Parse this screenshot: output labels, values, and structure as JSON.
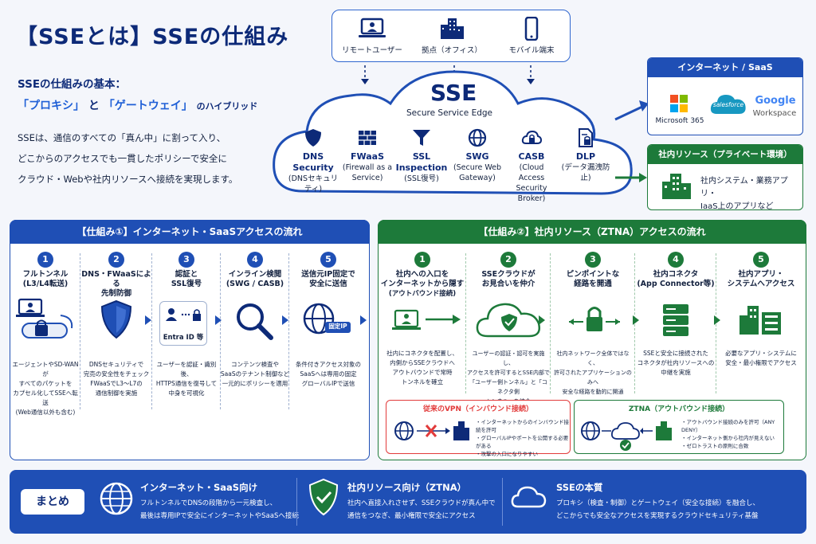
{
  "title": "【SSEとは】SSEの仕組み",
  "intro": {
    "basics": "SSEの仕組みの基本：",
    "hl1": "「プロキシ」",
    "and": "と",
    "hl2": "「ゲートウェイ」",
    "suffix": "のハイブリッド",
    "line1": "SSEは、通信のすべての「真ん中」に割って入り、",
    "line2": "どこからのアクセスでも一貫したポリシーで安全に",
    "line3": "クラウド・Webや社内リソースへ接続を実現します。"
  },
  "users": [
    {
      "label": "リモートユーザー",
      "icon": "laptop-user-icon"
    },
    {
      "label": "拠点（オフィス）",
      "icon": "office-building-icon"
    },
    {
      "label": "モバイル端末",
      "icon": "smartphone-icon"
    }
  ],
  "sse": {
    "title": "SSE",
    "subtitle": "Secure Service Edge",
    "services": [
      {
        "name": "DNS Security",
        "desc": "(DNSセキュリティ)",
        "icon": "shield-icon"
      },
      {
        "name": "FWaaS",
        "desc": "(Firewall as a Service)",
        "icon": "firewall-icon"
      },
      {
        "name": "SSL Inspection",
        "desc": "(SSL復号)",
        "icon": "funnel-icon"
      },
      {
        "name": "SWG",
        "desc": "(Secure Web Gateway)",
        "icon": "globe-icon"
      },
      {
        "name": "CASB",
        "desc": "(Cloud Access Security Broker)",
        "icon": "cloud-lock-icon"
      },
      {
        "name": "DLP",
        "desc": "(データ漏洩防止)",
        "icon": "document-lock-icon"
      }
    ]
  },
  "internet_saas": {
    "header": "インターネット / SaaS",
    "logos": [
      "Microsoft 365",
      "salesforce",
      "Google",
      "Workspace"
    ]
  },
  "internal": {
    "header": "社内リソース（プライベート環境）",
    "line1": "社内システム・業務アプリ・",
    "line2": "IaaS上のアプリなど"
  },
  "flow1": {
    "header": "【仕組み①】インターネット・SaaSアクセスの流れ",
    "steps": [
      {
        "num": "1",
        "title1": "フルトンネル",
        "title2": "(L3/L4転送)",
        "desc": [
          "エージェントやSD-WANが",
          "すべてのパケットを",
          "カプセル化してSSEへ転送",
          "(Web通信以外も含む)"
        ]
      },
      {
        "num": "2",
        "title1": "DNS・FWaaSによる",
        "title2": "先制防御",
        "desc": [
          "DNSセキュリティで",
          "完売の安全性をチェック",
          "FWaaSでL3～L7の",
          "通信制御を実施"
        ]
      },
      {
        "num": "3",
        "title1": "認証と",
        "title2": "SSL復号",
        "desc": [
          "ユーザーを認証・識別後、",
          "HTTPS通信を復号して",
          "中身を可視化"
        ]
      },
      {
        "num": "4",
        "title1": "インライン検閲",
        "title2": "(SWG / CASB)",
        "desc": [
          "コンテンツ検査や",
          "SaaSのテナント制御など",
          "一元的にポリシーを適用"
        ]
      },
      {
        "num": "5",
        "title1": "送信元IP固定で",
        "title2": "安全に送信",
        "desc": [
          "条件付きアクセス対象の",
          "SaaSへは専用の固定",
          "グローバルIPで送信"
        ]
      }
    ],
    "entra": "Entra ID 等",
    "fixed_ip": "固定IP"
  },
  "flow2": {
    "header": "【仕組み②】社内リソース（ZTNA）アクセスの流れ",
    "steps": [
      {
        "num": "1",
        "title1": "社内への入口を",
        "title2": "インターネットから隠す",
        "title3": "(アウトバウンド接続)",
        "desc": [
          "社内にコネクタを配置し、",
          "内側からSSEクラウドへ",
          "アウトバウンドで常時",
          "トンネルを確立"
        ]
      },
      {
        "num": "2",
        "title1": "SSEクラウドが",
        "title2": "お見合いを仲介",
        "title3": "",
        "desc": [
          "ユーザーの認証・認可を実施し、",
          "アクセスを許可するとSSE内部で",
          "「ユーザー側トンネル」と「コネクタ側",
          "トンネル」を結合"
        ]
      },
      {
        "num": "3",
        "title1": "ピンポイントな",
        "title2": "経路を開通",
        "title3": "",
        "desc": [
          "社内ネットワーク全体ではなく、",
          "許可されたアプリケーションのみへ",
          "安全な経路を動的に開通"
        ]
      },
      {
        "num": "4",
        "title1": "社内コネクタ",
        "title2": "(App Connector等)",
        "title3": "",
        "desc": [
          "SSEと安全に接続された",
          "コネクタが社内リソースへの",
          "中継を実施"
        ]
      },
      {
        "num": "5",
        "title1": "社内アプリ・",
        "title2": "システムへアクセス",
        "title3": "",
        "desc": [
          "必要なアプリ・システムに",
          "安全・最小権限でアクセス"
        ]
      }
    ]
  },
  "vpn": {
    "header": "従来のVPN（インバウンド接続）",
    "points": [
      "・インターネットからのインバウンド接続を許可",
      "・グローバルIPやポートを公開する必要がある",
      "・攻撃の入口になりやすい"
    ]
  },
  "ztna": {
    "header": "ZTNA（アウトバウンド接続）",
    "points": [
      "・アウトバウンド接続のみを許可（ANY DENY）",
      "・インターネット側から社内が見えない",
      "・ゼロトラストの原則に合致"
    ]
  },
  "summary": {
    "label": "まとめ",
    "items": [
      {
        "title": "インターネット・SaaS向け",
        "line1": "フルトンネルでDNSの段階から一元検査し、",
        "line2": "最後は専用IPで安全にインターネットやSaaSへ接続"
      },
      {
        "title": "社内リソース向け（ZTNA）",
        "line1": "社内へ直接入れさせず、SSEクラウドが真ん中で",
        "line2": "通信をつなぎ、最小権限で安全にアクセス"
      },
      {
        "title": "SSEの本質",
        "line1": "プロキシ（検査・制御）とゲートウェイ（安全な接続）を融合し、",
        "line2": "どこからでも安全なアクセスを実現するクラウドセキュリティ基盤"
      }
    ]
  },
  "colors": {
    "navy": "#0d2a78",
    "blue": "#1f4fb5",
    "green": "#1d7a3a",
    "red": "#e23b3b"
  }
}
